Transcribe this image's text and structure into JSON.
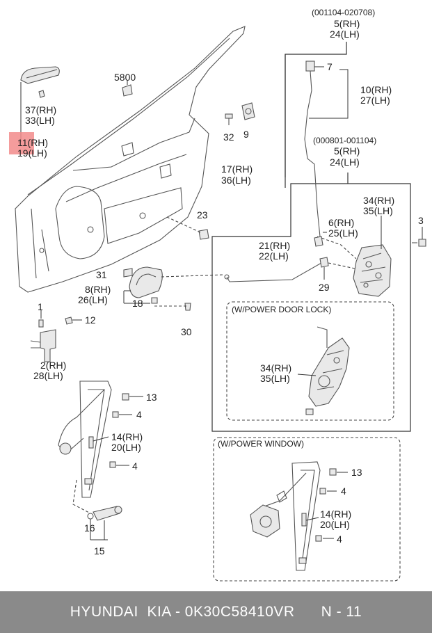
{
  "labels": {
    "range_1": "(001104-020708)",
    "p5_rh_a": "5(RH)",
    "p24_lh_a": "24(LH)",
    "p7": "7",
    "p10_rh": "10(RH)",
    "p27_lh": "27(LH)",
    "p5800": "5800",
    "p37_rh": "37(RH)",
    "p33_lh": "33(LH)",
    "p11_rh": "11(RH)",
    "p19_lh": "19(LH)",
    "p32": "32",
    "p9": "9",
    "range_2": "(000801-001104)",
    "p5_rh_b": "5(RH)",
    "p24_lh_b": "24(LH)",
    "p17_rh": "17(RH)",
    "p36_lh": "36(LH)",
    "p34_rh_a": "34(RH)",
    "p35_lh_a": "35(LH)",
    "p3": "3",
    "p23": "23",
    "p6_rh": "6(RH)",
    "p25_lh": "25(LH)",
    "p21_rh": "21(RH)",
    "p22_lh": "22(LH)",
    "p31": "31",
    "p8_rh": "8(RH)",
    "p26_lh": "26(LH)",
    "p18": "18",
    "p29": "29",
    "p1": "1",
    "p12": "12",
    "p30": "30",
    "power_door_lock": "(W/POWER DOOR LOCK)",
    "p34_rh_b": "34(RH)",
    "p35_lh_b": "35(LH)",
    "p2_rh": "2(RH)",
    "p28_lh": "28(LH)",
    "p13_a": "13",
    "p4_a": "4",
    "p14_rh_a": "14(RH)",
    "p20_lh_a": "20(LH)",
    "p4_b": "4",
    "power_window": "(W/POWER WINDOW)",
    "p13_b": "13",
    "p4_c": "4",
    "p14_rh_b": "14(RH)",
    "p20_lh_b": "20(LH)",
    "p4_d": "4",
    "p16": "16",
    "p15": "15"
  },
  "colors": {
    "highlight": "#f28b8b",
    "footer_bg": "#8a8a8a",
    "footer_text": "#ffffff"
  },
  "footer": {
    "brand": "HYUNDAI  KIA - 0K30C58410VR",
    "page": "N - 11"
  }
}
